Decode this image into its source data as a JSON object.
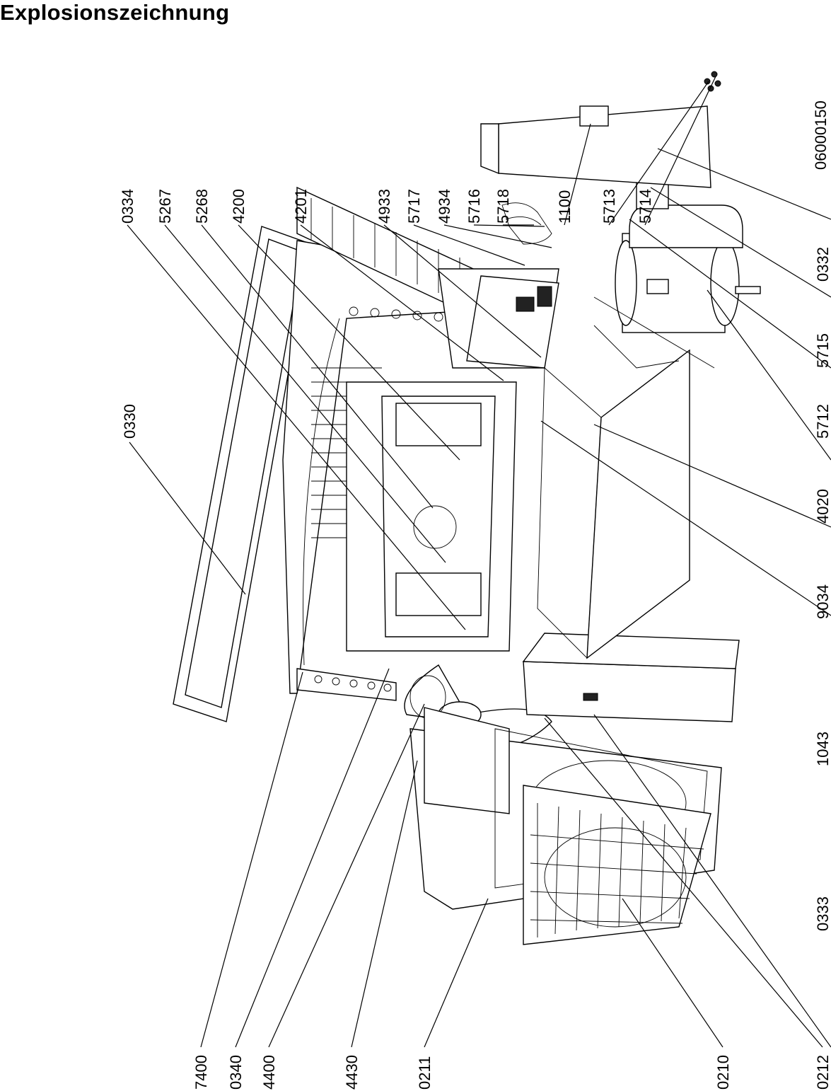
{
  "title": "Explosionszeichnung",
  "drawing_number": "06000150",
  "part_labels": {
    "top": [
      "0334",
      "5267",
      "5268",
      "4200",
      "4201",
      "4933",
      "5717",
      "4934",
      "5716",
      "5718",
      "1100",
      "5713",
      "5714"
    ],
    "left": [
      "7400",
      "0340",
      "4400",
      "4430",
      "0211",
      "0210",
      "0212"
    ],
    "right": [
      "0330",
      "0332",
      "5715",
      "5712",
      "4020",
      "9034",
      "1043",
      "0333"
    ]
  }
}
